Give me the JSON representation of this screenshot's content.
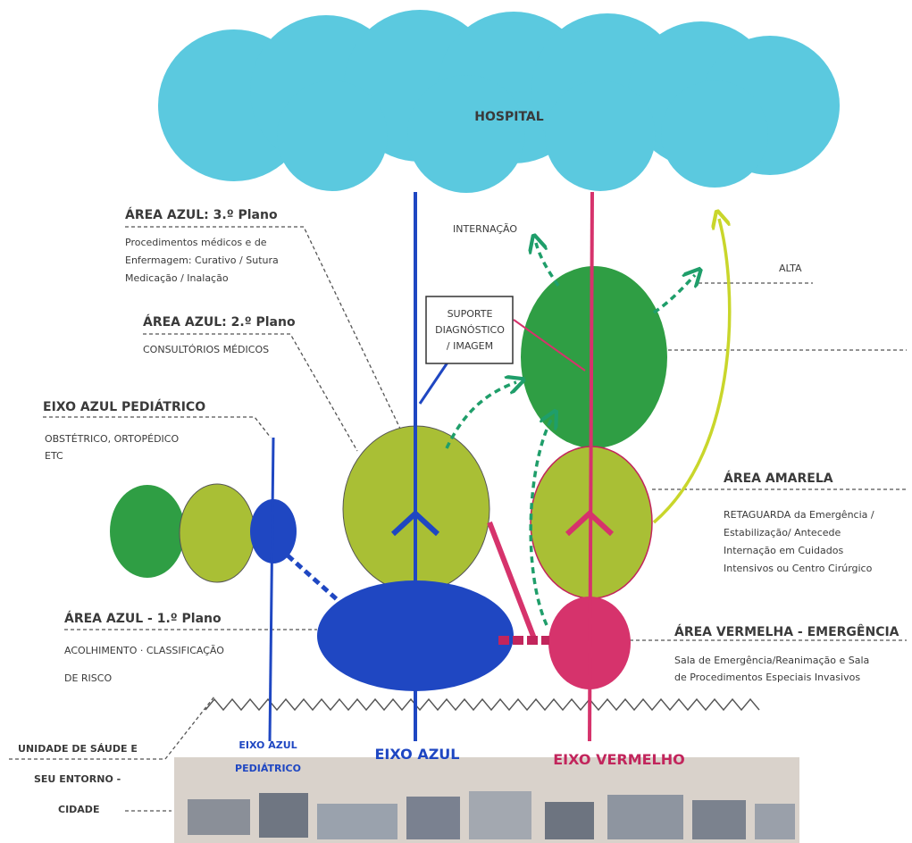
{
  "hospital": {
    "label": "HOSPITAL"
  },
  "flows": {
    "internacao": "INTERNAÇÃO",
    "alta": "ALTA",
    "suporte": [
      "SUPORTE",
      "DIAGNÓSTICO",
      "/ IMAGEM"
    ]
  },
  "areas": {
    "azul3": {
      "title": "ÁREA AZUL: 3.º Plano",
      "lines": [
        "Procedimentos médicos e de",
        "Enfermagem: Curativo / Sutura",
        "Medicação / Inalação"
      ]
    },
    "azul2": {
      "title": "ÁREA AZUL: 2.º Plano",
      "lines": [
        "CONSULTÓRIOS MÉDICOS"
      ]
    },
    "pediatrico": {
      "title": "EIXO AZUL PEDIÁTRICO",
      "lines": [
        "OBSTÉTRICO, ORTOPÉDICO",
        "ETC"
      ]
    },
    "azul1": {
      "title": "ÁREA AZUL - 1.º Plano",
      "lines": [
        "ACOLHIMENTO · CLASSIFICAÇÃO",
        "DE RISCO"
      ]
    },
    "amarela": {
      "title": "ÁREA AMARELA",
      "lines": [
        "RETAGUARDA da Emergência /",
        "Estabilização/ Antecede",
        "Internação em Cuidados",
        "Intensivos ou Centro Cirúrgico"
      ]
    },
    "vermelha": {
      "title": "ÁREA VERMELHA - EMERGÊNCIA",
      "lines": [
        "Sala de Emergência/Reanimação e Sala",
        "de Procedimentos Especiais Invasivos"
      ]
    }
  },
  "unidade": {
    "lines": [
      "UNIDADE DE SÁUDE E",
      "SEU ENTORNO -",
      "CIDADE"
    ]
  },
  "axes": {
    "pediatrico": [
      "EIXO AZUL",
      "PEDIÁTRICO"
    ],
    "azul": "EIXO AZUL",
    "vermelho": "EIXO VERMELHO"
  },
  "colors": {
    "cloud": "#5bc9df",
    "blue": "#1f47c2",
    "green": "#2f9e44",
    "yellowgreen": "#a9bf35",
    "red": "#d6336c",
    "lime": "#c9d62b",
    "teal_dash": "#1f9e6a",
    "city_bg": "#d9d2cb"
  }
}
